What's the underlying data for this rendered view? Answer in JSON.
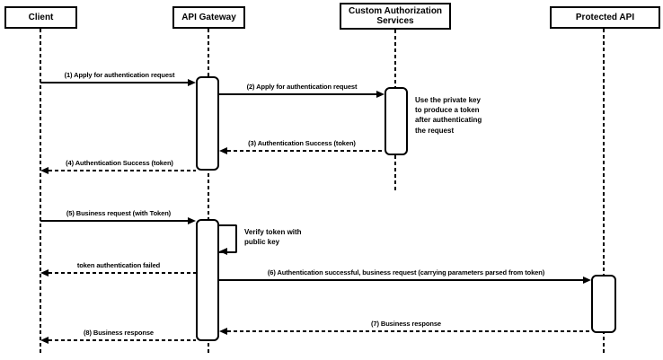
{
  "diagram": {
    "type": "sequence",
    "participants": [
      {
        "name": "Client"
      },
      {
        "name": "API Gateway"
      },
      {
        "name": "Custom Authorization Services"
      },
      {
        "name": "Protected API"
      }
    ],
    "messages": [
      {
        "num": 1,
        "label": "(1) Apply for authentication request",
        "from": "Client",
        "to": "API Gateway",
        "style": "solid"
      },
      {
        "num": 2,
        "label": "(2) Apply for authentication request",
        "from": "API Gateway",
        "to": "Custom Authorization Services",
        "style": "solid"
      },
      {
        "num": 3,
        "label": "(3) Authentication Success (token)",
        "from": "Custom Authorization Services",
        "to": "API Gateway",
        "style": "dashed"
      },
      {
        "num": 4,
        "label": "(4) Authentication Success (token)",
        "from": "API Gateway",
        "to": "Client",
        "style": "dashed"
      },
      {
        "num": 5,
        "label": "(5) Business request (with Token)",
        "from": "Client",
        "to": "API Gateway",
        "style": "solid"
      },
      {
        "num": 6,
        "label": "Verify token with public key",
        "from": "API Gateway",
        "to": "API Gateway",
        "style": "self"
      },
      {
        "num": 7,
        "label": "token authentication failed",
        "from": "API Gateway",
        "to": "Client",
        "style": "dashed"
      },
      {
        "num": 8,
        "label": "(6) Authentication successful, business request (carrying parameters parsed from token)",
        "from": "API Gateway",
        "to": "Protected API",
        "style": "solid"
      },
      {
        "num": 9,
        "label": "(7) Business response",
        "from": "Protected API",
        "to": "API Gateway",
        "style": "dashed"
      },
      {
        "num": 10,
        "label": "(8) Business response",
        "from": "API Gateway",
        "to": "Client",
        "style": "dashed"
      }
    ],
    "note": {
      "text": "Use the private key to produce a token after authenticating the request",
      "attached_to": "Custom Authorization Services"
    },
    "colors": {
      "line": "#000000",
      "fill": "#ffffff",
      "text": "#000000",
      "background": "#ffffff"
    }
  }
}
